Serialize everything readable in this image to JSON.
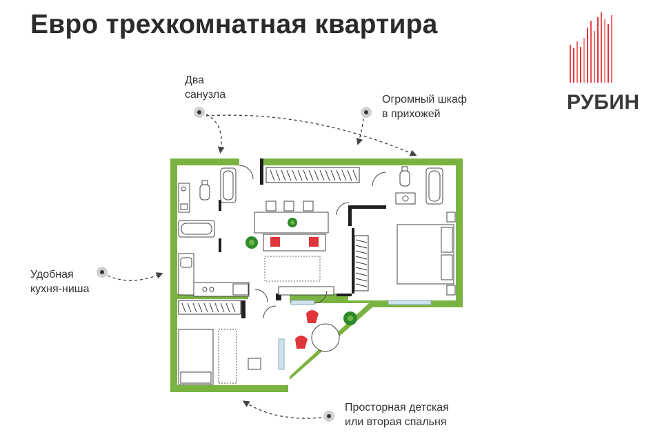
{
  "page": {
    "title": "Евро трехкомнатная квартира"
  },
  "callouts": {
    "bathrooms": [
      "Два",
      "санузла"
    ],
    "wardrobe": [
      "Огромный шкаф",
      "в прихожей"
    ],
    "kitchen": [
      "Удобная",
      "кухня-ниша"
    ],
    "kids_room": [
      "Просторная детская",
      "или вторая спальня"
    ]
  },
  "brand": {
    "name": "РУБИН",
    "logo_icon": "building-bars-logo",
    "accent_color": "#e0353b"
  },
  "plan": {
    "wall_color": "#7ab340",
    "floor_color": "#ffffff",
    "furniture_accent": "#e0353b",
    "plant_color": "#2f8a2a"
  }
}
